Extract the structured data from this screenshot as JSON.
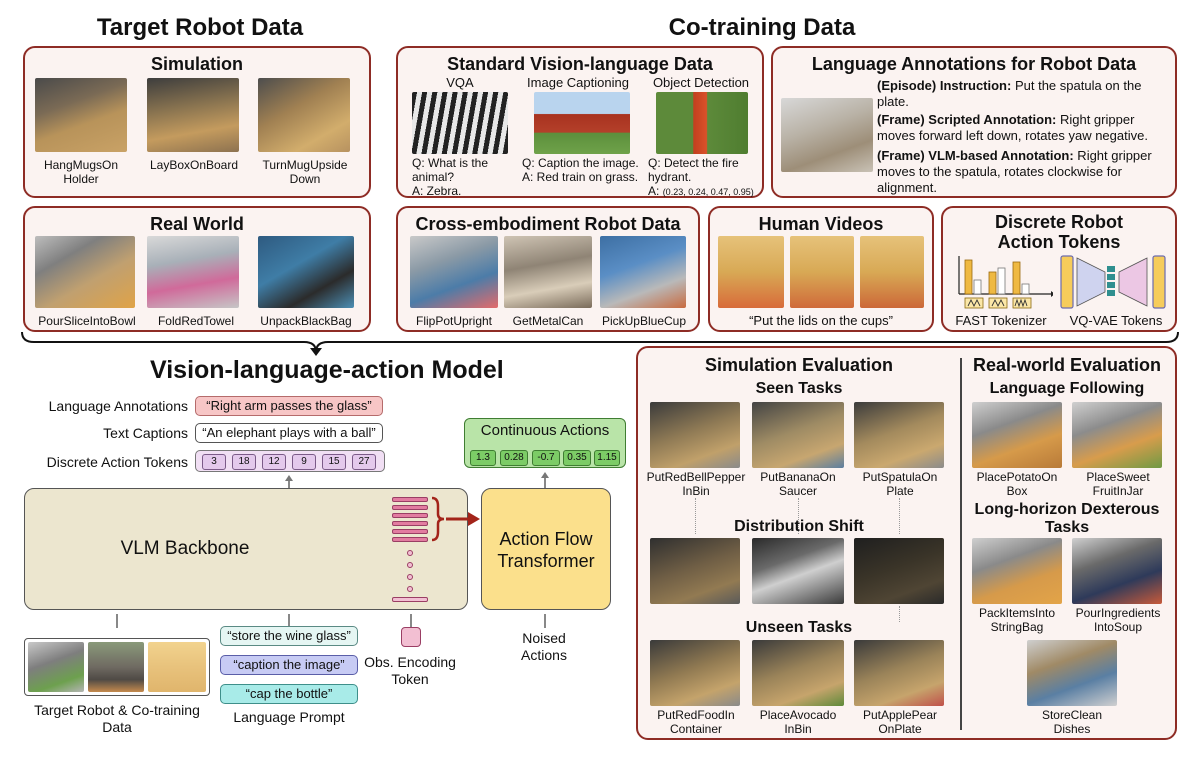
{
  "headers": {
    "target": "Target Robot Data",
    "cotrain": "Co-training Data",
    "vla": "Vision-language-action Model"
  },
  "simulation": {
    "title": "Simulation",
    "items": [
      "HangMugsOn\nHolder",
      "LayBoxOnBoard",
      "TurnMugUpside\nDown"
    ]
  },
  "real_world": {
    "title": "Real World",
    "items": [
      "PourSliceIntoBowl",
      "FoldRedTowel",
      "UnpackBlackBag"
    ]
  },
  "svl": {
    "title": "Standard Vision-language Data",
    "vqa": {
      "label": "VQA",
      "qa": "Q: What is the\nanimal?\nA: Zebra."
    },
    "cap": {
      "label": "Image Captioning",
      "qa": "Q: Caption the image.\nA: Red train on grass."
    },
    "det": {
      "label": "Object Detection",
      "q": "Q: Detect the fire\nhydrant.",
      "a_prefix": "A:",
      "a_vals": "(0.23, 0.24, 0.47, 0.95)"
    }
  },
  "lang_ann": {
    "title": "Language Annotations for Robot Data",
    "lines": [
      {
        "k": "(Episode) Instruction:",
        "v": " Put the spatula on the plate."
      },
      {
        "k": "(Frame) Scripted Annotation:",
        "v": " Right gripper moves forward left down, rotates yaw negative."
      },
      {
        "k": "(Frame) VLM-based Annotation:",
        "v": "  Right gripper moves to the spatula, rotates clockwise for alignment."
      }
    ]
  },
  "cross": {
    "title": "Cross-embodiment Robot Data",
    "items": [
      "FlipPotUpright",
      "GetMetalCan",
      "PickUpBlueCup"
    ]
  },
  "human": {
    "title": "Human Videos",
    "caption": "“Put the lids on the cups”"
  },
  "discrete": {
    "title": "Discrete Robot\nAction Tokens",
    "fast": "FAST Tokenizer",
    "vq": "VQ-VAE Tokens",
    "glyph": "/\\/"
  },
  "model": {
    "lang_ann_label": "Language Annotations",
    "lang_ann_pill": "“Right arm passes the glass”",
    "text_cap_label": "Text Captions",
    "text_cap_pill": "“An elephant plays with a ball”",
    "disc_label": "Discrete Action Tokens",
    "disc_tokens": [
      "3",
      "18",
      "12",
      "9",
      "15",
      "27"
    ],
    "cont_title": "Continuous Actions",
    "cont_vals": [
      "1.3",
      "0.28",
      "-0.7",
      "0.35",
      "1.15"
    ],
    "vlm": "VLM Backbone",
    "afm": "Action Flow\nTransformer",
    "prompts": [
      "“store the wine glass”",
      "“caption the image”",
      "“cap the bottle”"
    ],
    "obs": "Obs. Encoding\nToken",
    "noised": "Noised\nActions",
    "input_label": "Target Robot & Co-training\nData",
    "prompt_label": "Language Prompt"
  },
  "sim_eval": {
    "title": "Simulation Evaluation",
    "seen": "Seen Tasks",
    "shift": "Distribution Shift",
    "unseen": "Unseen Tasks",
    "seen_items": [
      "PutRedBellPepper\nInBin",
      "PutBananaOn\nSaucer",
      "PutSpatulaOn\nPlate"
    ],
    "unseen_items": [
      "PutRedFoodIn\nContainer",
      "PlaceAvocado\nInBin",
      "PutApplePear\nOnPlate"
    ]
  },
  "real_eval": {
    "title": "Real-world Evaluation",
    "lang": "Language Following",
    "long": "Long-horizon Dexterous\nTasks",
    "lang_items": [
      "PlacePotatoOn\nBox",
      "PlaceSweet\nFruitInJar"
    ],
    "long_items": [
      "PackItemsInto\nStringBag",
      "PourIngredients\nIntoSoup",
      "StoreClean\nDishes"
    ]
  },
  "colors": {
    "border": "#8e2c25",
    "panel": "#fbf3f1",
    "pink": "#f7c6c6",
    "purple": "#e4c9ec",
    "green": "#b9e4a8",
    "vlm": "#ece6cf",
    "afm": "#fbe08c",
    "arrow": "#a3241a"
  }
}
